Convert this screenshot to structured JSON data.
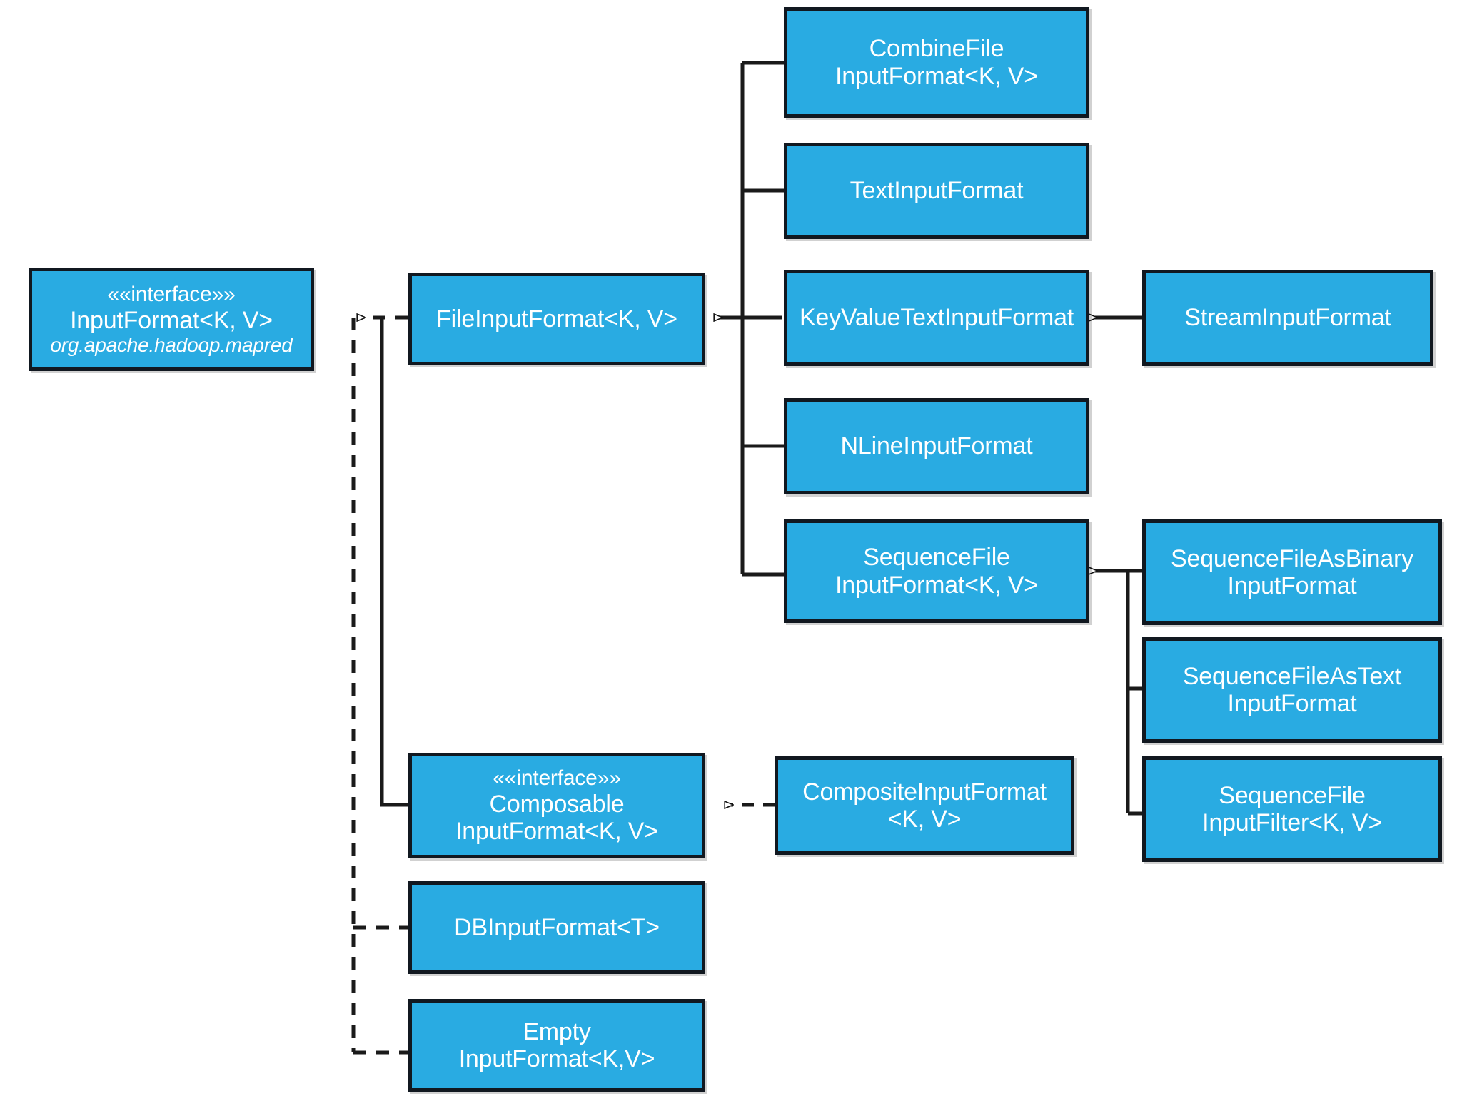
{
  "diagram": {
    "title": "Hadoop InputFormat class hierarchy",
    "type": "uml-class-diagram",
    "colors": {
      "node_fill": "#29ABE2",
      "node_border": "#111820",
      "node_text": "#FFFFFF",
      "edge": "#1A1A1A",
      "background": "#FFFFFF"
    }
  },
  "nodes": [
    {
      "id": "inputformat",
      "name": "input-format-interface",
      "stereotype": "««interface»»",
      "lines": [
        "InputFormat<K, V>"
      ],
      "package": "org.apache.hadoop.mapred"
    },
    {
      "id": "fileinputformat",
      "name": "file-input-format",
      "lines": [
        "FileInputFormat<K, V>"
      ]
    },
    {
      "id": "combinefile",
      "name": "combine-file-input-format",
      "lines": [
        "CombineFile",
        "InputFormat<K, V>"
      ]
    },
    {
      "id": "textinputformat",
      "name": "text-input-format",
      "lines": [
        "TextInputFormat"
      ]
    },
    {
      "id": "keyvaluetext",
      "name": "key-value-text-input-format",
      "lines": [
        "KeyValueTextInputFormat"
      ]
    },
    {
      "id": "nline",
      "name": "n-line-input-format",
      "lines": [
        "NLineInputFormat"
      ]
    },
    {
      "id": "sequencefile",
      "name": "sequence-file-input-format",
      "lines": [
        "SequenceFile",
        "InputFormat<K, V>"
      ]
    },
    {
      "id": "streaminputformat",
      "name": "stream-input-format",
      "lines": [
        "StreamInputFormat"
      ]
    },
    {
      "id": "seqasbinary",
      "name": "sequence-file-as-binary-input-format",
      "lines": [
        "SequenceFileAsBinary",
        "InputFormat"
      ]
    },
    {
      "id": "seqastext",
      "name": "sequence-file-as-text-input-format",
      "lines": [
        "SequenceFileAsText",
        "InputFormat"
      ]
    },
    {
      "id": "seqinputfilter",
      "name": "sequence-file-input-filter",
      "lines": [
        "SequenceFile",
        "InputFilter<K, V>"
      ]
    },
    {
      "id": "composable",
      "name": "composable-input-format-interface",
      "stereotype": "««interface»»",
      "lines": [
        "Composable",
        "InputFormat<K, V>"
      ]
    },
    {
      "id": "composite",
      "name": "composite-input-format",
      "lines": [
        "CompositeInputFormat",
        "<K, V>"
      ]
    },
    {
      "id": "dbinputformat",
      "name": "db-input-format",
      "lines": [
        "DBInputFormat<T>"
      ]
    },
    {
      "id": "emptyinputformat",
      "name": "empty-input-format",
      "lines": [
        "Empty",
        "InputFormat<K,V>"
      ]
    }
  ],
  "edges": [
    {
      "from": "fileinputformat",
      "to": "inputformat",
      "style": "dashed",
      "arrow": "hollow-triangle",
      "relation": "realization"
    },
    {
      "from": "composable",
      "to": "inputformat",
      "style": "solid",
      "arrow": "none",
      "relation": "realization"
    },
    {
      "from": "dbinputformat",
      "to": "inputformat",
      "style": "dashed",
      "arrow": "none",
      "relation": "realization"
    },
    {
      "from": "emptyinputformat",
      "to": "inputformat",
      "style": "dashed",
      "arrow": "none",
      "relation": "realization"
    },
    {
      "from": "combinefile",
      "to": "fileinputformat",
      "style": "solid",
      "arrow": "hollow-triangle",
      "relation": "generalization"
    },
    {
      "from": "textinputformat",
      "to": "fileinputformat",
      "style": "solid",
      "arrow": "hollow-triangle",
      "relation": "generalization"
    },
    {
      "from": "keyvaluetext",
      "to": "fileinputformat",
      "style": "solid",
      "arrow": "hollow-triangle",
      "relation": "generalization"
    },
    {
      "from": "nline",
      "to": "fileinputformat",
      "style": "solid",
      "arrow": "hollow-triangle",
      "relation": "generalization"
    },
    {
      "from": "sequencefile",
      "to": "fileinputformat",
      "style": "solid",
      "arrow": "hollow-triangle",
      "relation": "generalization"
    },
    {
      "from": "streaminputformat",
      "to": "keyvaluetext",
      "style": "solid",
      "arrow": "hollow-triangle",
      "relation": "generalization"
    },
    {
      "from": "seqasbinary",
      "to": "sequencefile",
      "style": "solid",
      "arrow": "hollow-triangle",
      "relation": "generalization"
    },
    {
      "from": "seqastext",
      "to": "sequencefile",
      "style": "solid",
      "arrow": "hollow-triangle",
      "relation": "generalization"
    },
    {
      "from": "seqinputfilter",
      "to": "sequencefile",
      "style": "solid",
      "arrow": "hollow-triangle",
      "relation": "generalization"
    },
    {
      "from": "composite",
      "to": "composable",
      "style": "dashed",
      "arrow": "hollow-triangle",
      "relation": "realization"
    }
  ]
}
